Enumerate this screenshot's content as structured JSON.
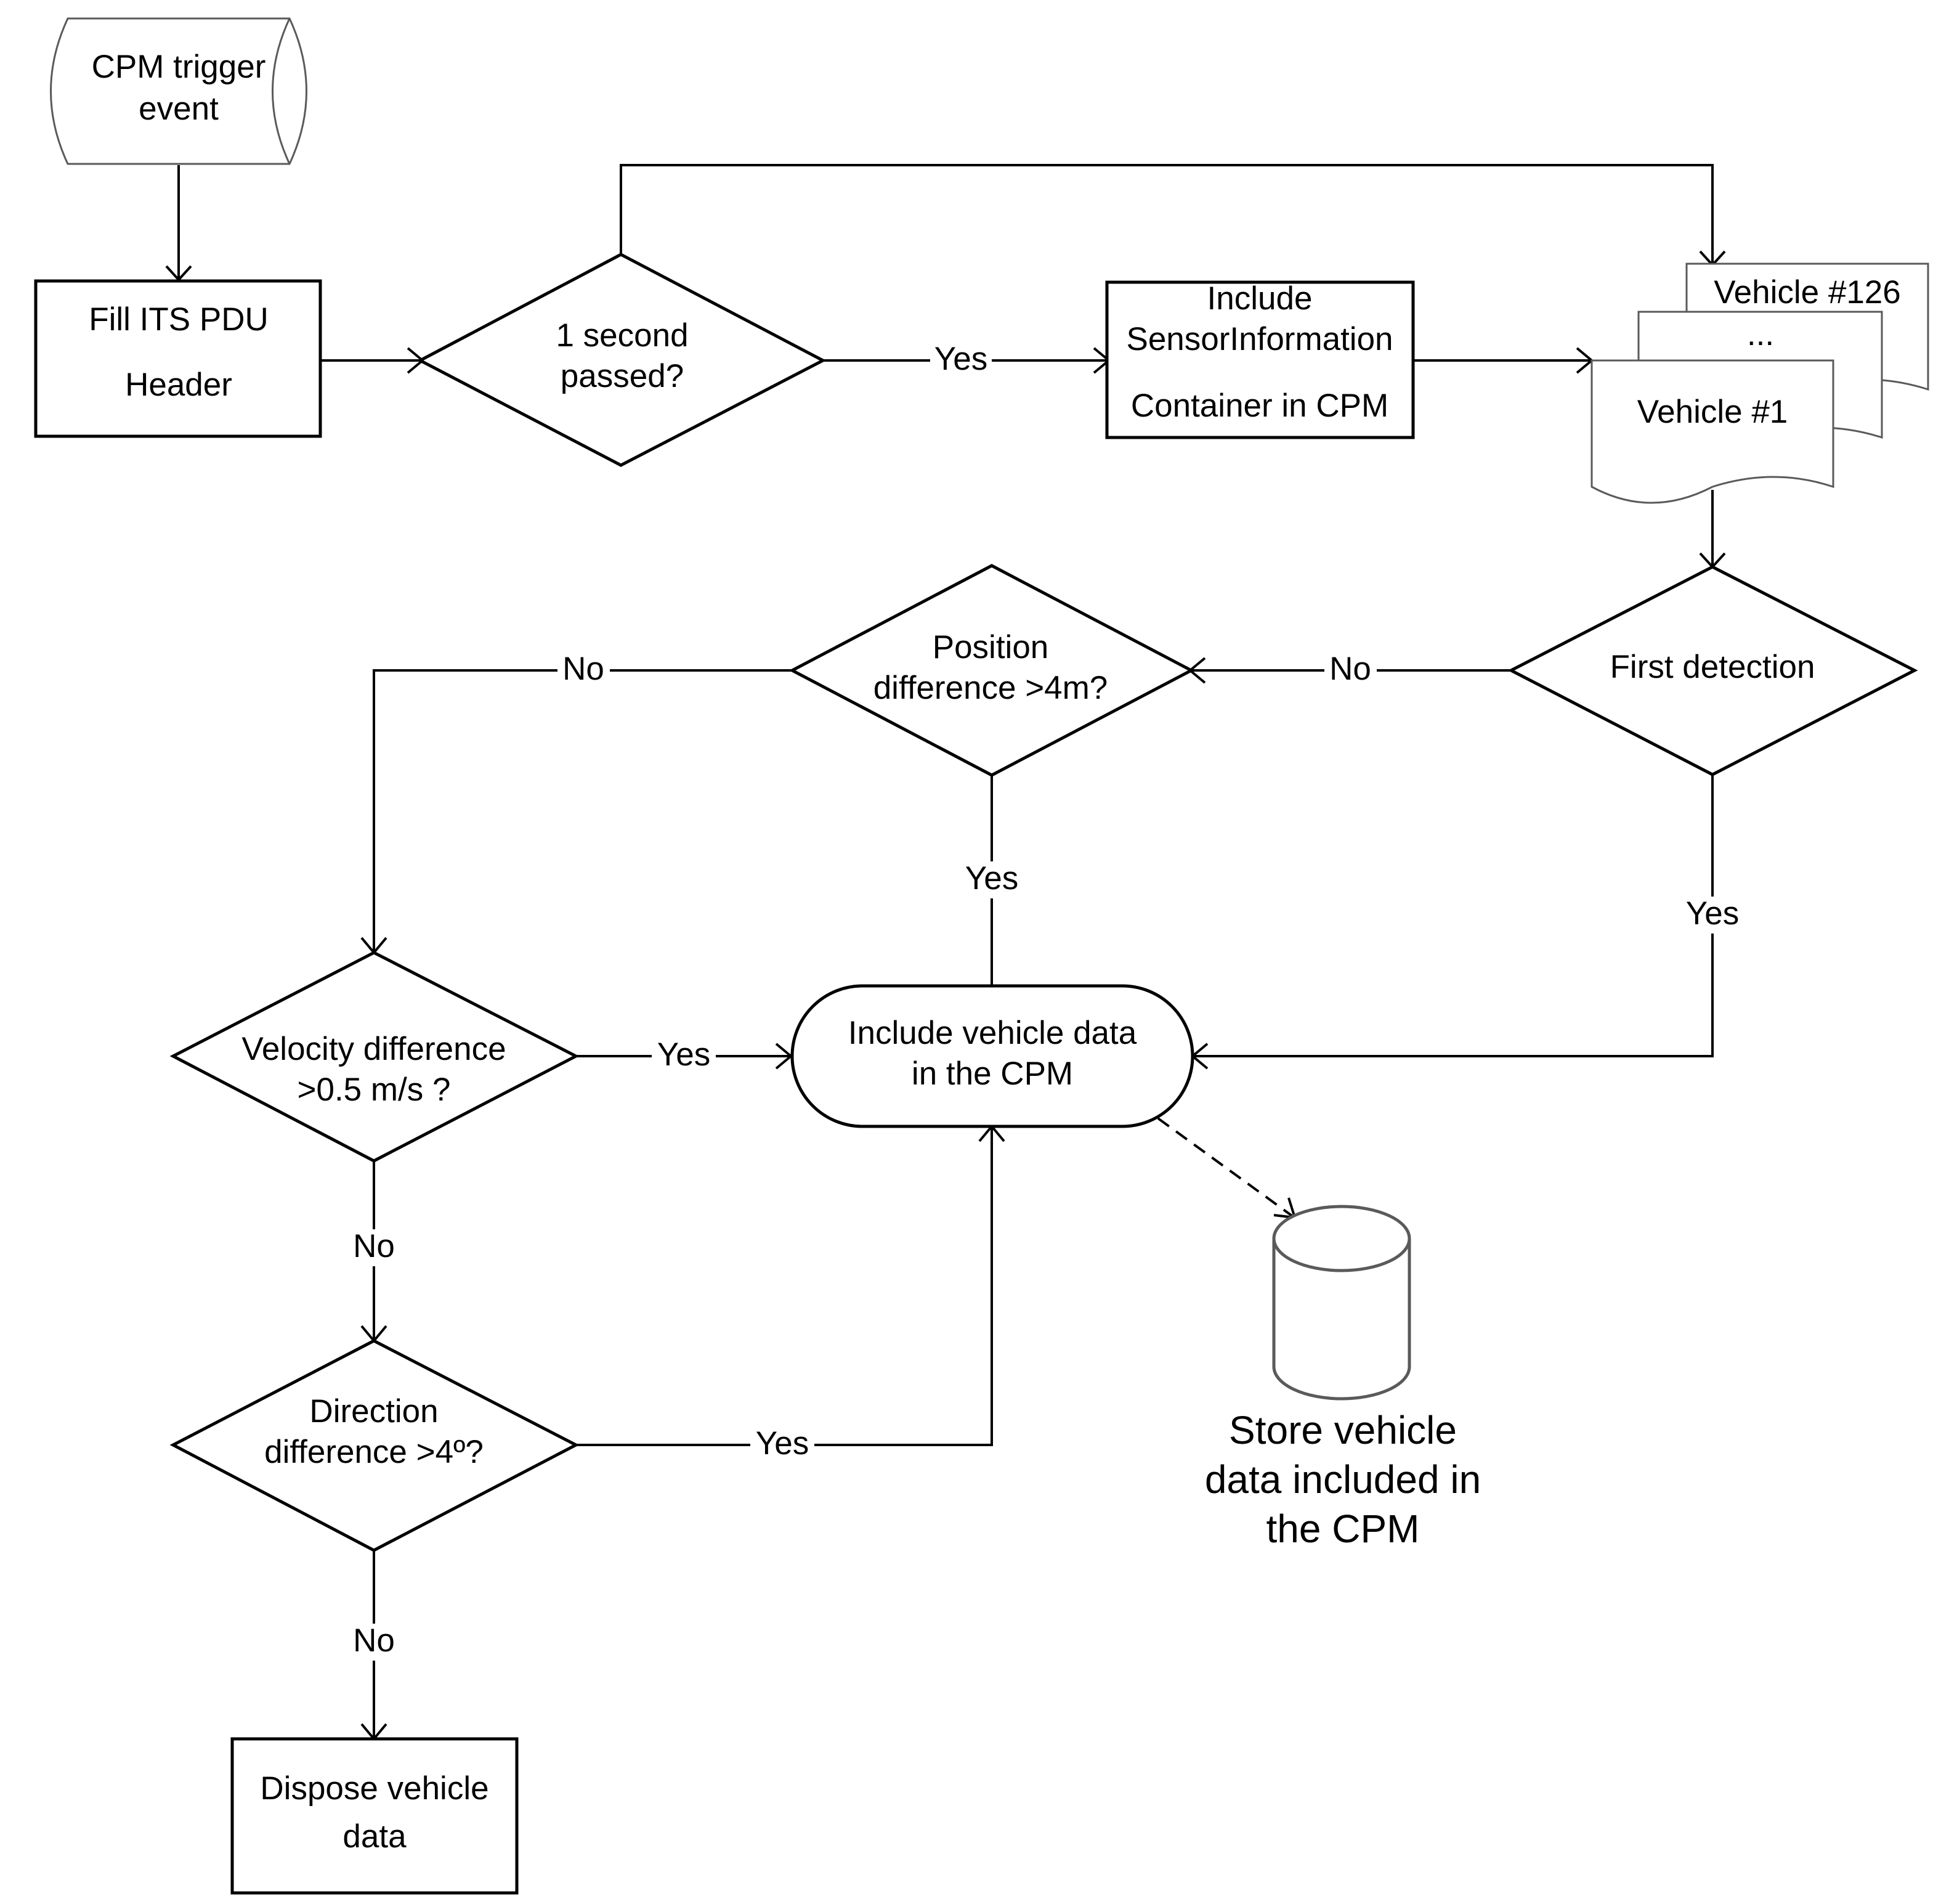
{
  "nodes": {
    "trigger": [
      "CPM trigger",
      "event"
    ],
    "fill_header": [
      "Fill ITS PDU",
      "Header"
    ],
    "one_second": [
      "1 second",
      "passed?"
    ],
    "include_sensor": [
      "Include",
      "SensorInformation",
      "Container in CPM"
    ],
    "vehicle_126": "Vehicle #126",
    "vehicle_dots": "...",
    "vehicle_1": "Vehicle #1",
    "first_detection": "First detection",
    "position_diff": [
      "Position",
      "difference >4m?"
    ],
    "velocity_diff": [
      "Velocity difference",
      ">0.5 m/s ?"
    ],
    "include_vehicle": [
      "Include vehicle data",
      "in the CPM"
    ],
    "direction_diff": [
      "Direction",
      "difference >4º?"
    ],
    "store": [
      "Store vehicle",
      "data included in",
      "the CPM"
    ],
    "dispose": [
      "Dispose vehicle",
      "data"
    ]
  },
  "edge_labels": {
    "one_second_yes": "Yes",
    "first_detection_no": "No",
    "first_detection_yes": "Yes",
    "position_no": "No",
    "position_yes": "Yes",
    "velocity_yes": "Yes",
    "velocity_no": "No",
    "direction_yes": "Yes",
    "direction_no": "No"
  }
}
